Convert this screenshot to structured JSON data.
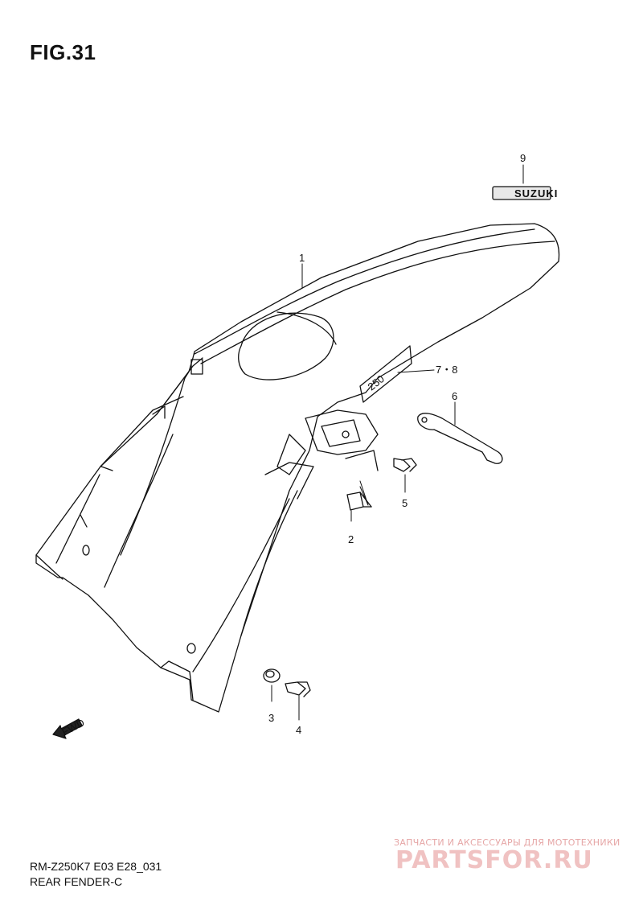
{
  "figure": {
    "title": "FIG.31"
  },
  "callouts": [
    {
      "id": "1",
      "label": "1"
    },
    {
      "id": "2",
      "label": "2"
    },
    {
      "id": "3",
      "label": "3"
    },
    {
      "id": "4",
      "label": "4"
    },
    {
      "id": "5",
      "label": "5"
    },
    {
      "id": "6",
      "label": "6"
    },
    {
      "id": "7-8",
      "label": "7・8"
    },
    {
      "id": "9",
      "label": "9"
    }
  ],
  "emblem": {
    "text": "SUZUKI"
  },
  "fender_decal": {
    "text": "250"
  },
  "direction_arrow": {
    "text": "FWD"
  },
  "footer": {
    "model_code": "RM-Z250K7 E03 E28_031",
    "section_name": "REAR FENDER-C"
  },
  "watermark": {
    "tagline": "ЗАПЧАСТИ И АКСЕССУАРЫ ДЛЯ МОТОТЕХНИКИ",
    "site": "PARTSFOR.RU",
    "color": "#f0c2c2"
  }
}
